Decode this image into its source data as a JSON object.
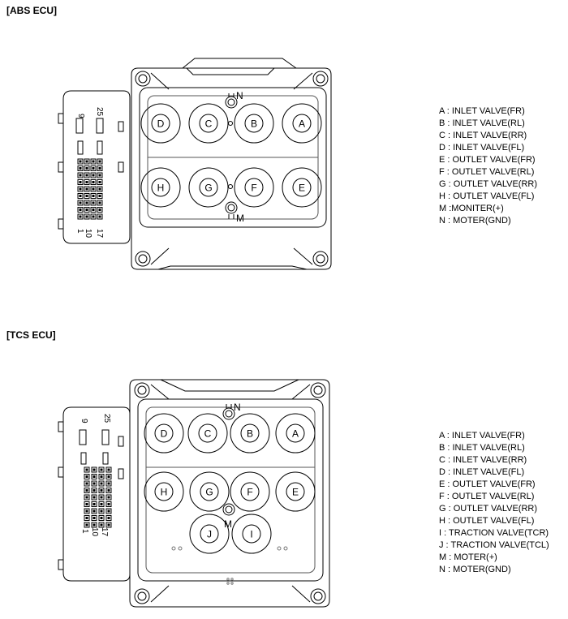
{
  "abs": {
    "title": "[ABS ECU]",
    "connector_pins": {
      "top_left": "9",
      "top_right": "25",
      "bottom_left": "1",
      "bottom_mid": "10",
      "bottom_right": "17"
    },
    "valves_row1": [
      "D",
      "C",
      "B",
      "A"
    ],
    "valves_row2": [
      "H",
      "G",
      "F",
      "E"
    ],
    "monitor_top": "N",
    "monitor_bottom": "M",
    "legend": [
      "A : INLET VALVE(FR)",
      "B : INLET VALVE(RL)",
      "C : INLET VALVE(RR)",
      "D : INLET VALVE(FL)",
      "E : OUTLET VALVE(FR)",
      "F : OUTLET VALVE(RL)",
      "G : OUTLET VALVE(RR)",
      "H : OUTLET VALVE(FL)",
      "M :MONITER(+)",
      "N : MOTER(GND)"
    ]
  },
  "tcs": {
    "title": "[TCS ECU]",
    "connector_pins": {
      "top_left": "9",
      "top_right": "25",
      "bottom_left": "1",
      "bottom_mid": "10",
      "bottom_right": "17"
    },
    "valves_row1": [
      "D",
      "C",
      "B",
      "A"
    ],
    "valves_row2": [
      "H",
      "G",
      "F",
      "E"
    ],
    "valves_row3": [
      "J",
      "I"
    ],
    "monitor_top": "N",
    "monitor_bottom": "M",
    "legend": [
      "A : INLET VALVE(FR)",
      "B : INLET VALVE(RL)",
      "C : INLET VALVE(RR)",
      "D : INLET VALVE(FL)",
      "E : OUTLET VALVE(FR)",
      "F : OUTLET VALVE(RL)",
      "G : OUTLET VALVE(RR)",
      "H : OUTLET VALVE(FL)",
      "I : TRACTION VALVE(TCR)",
      "J : TRACTION VALVE(TCL)",
      "M : MOTER(+)",
      "N : MOTER(GND)"
    ]
  }
}
